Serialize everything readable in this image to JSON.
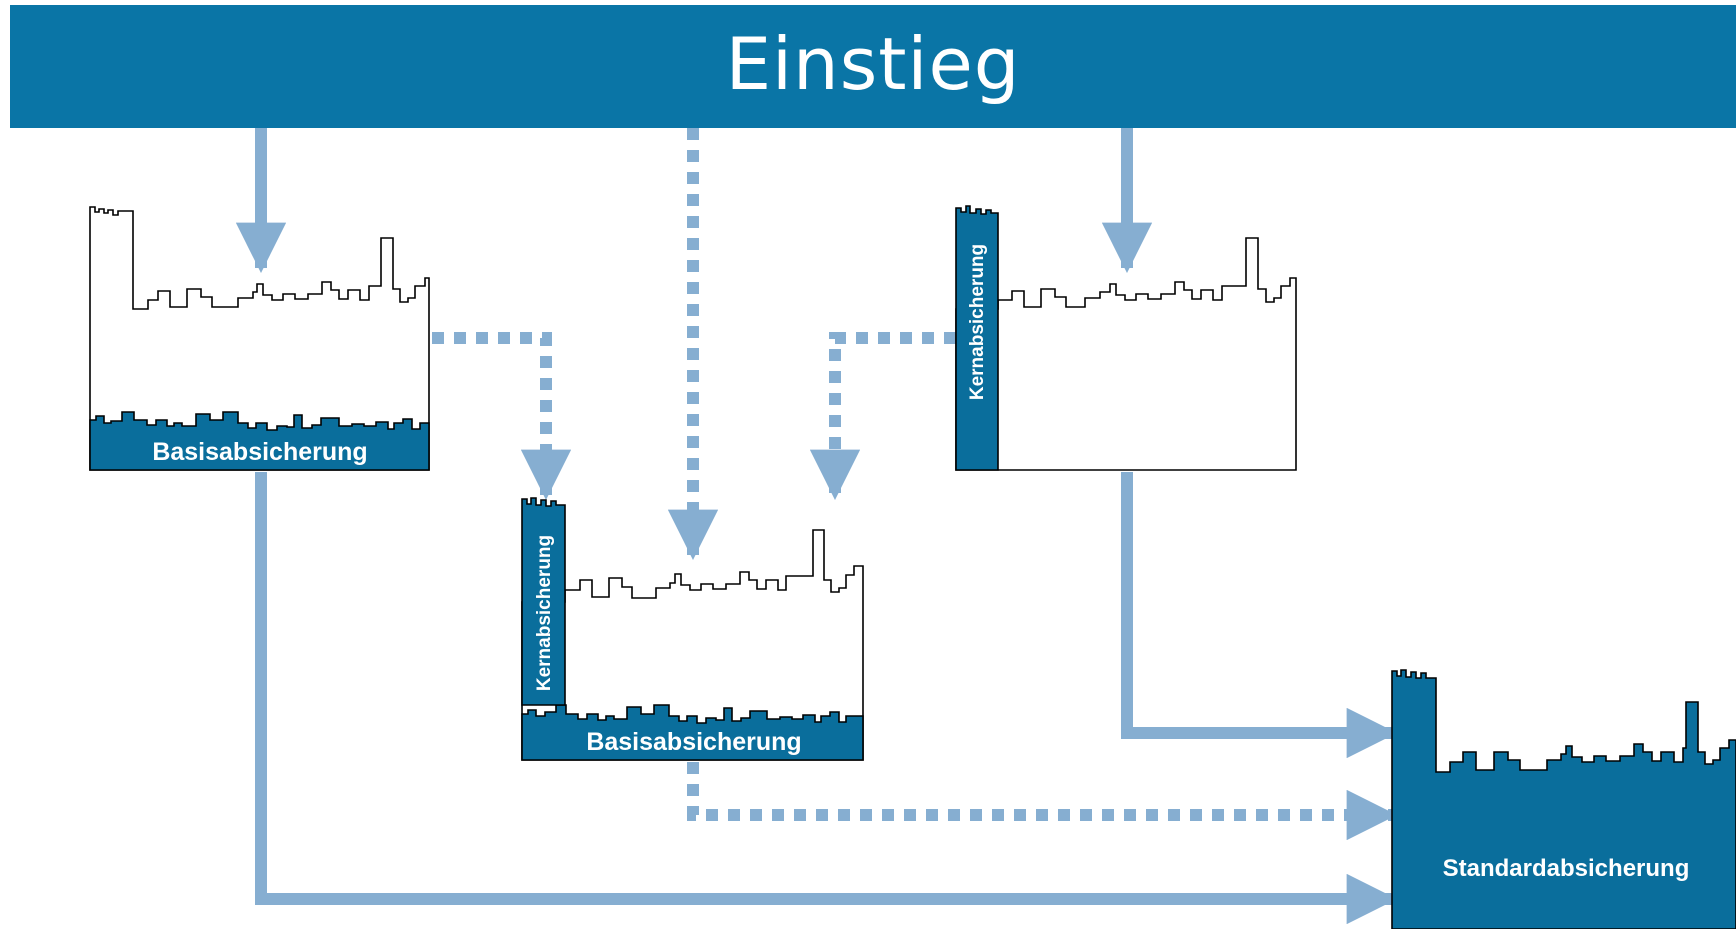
{
  "header": {
    "title": "Einstieg"
  },
  "labels": {
    "basis": "Basisabsicherung",
    "kern": "Kernabsicherung",
    "standard": "Standardabsicherung"
  },
  "colors": {
    "header": "#0a75a6",
    "block": "#0a6e9c",
    "arrow": "#86aed1"
  }
}
